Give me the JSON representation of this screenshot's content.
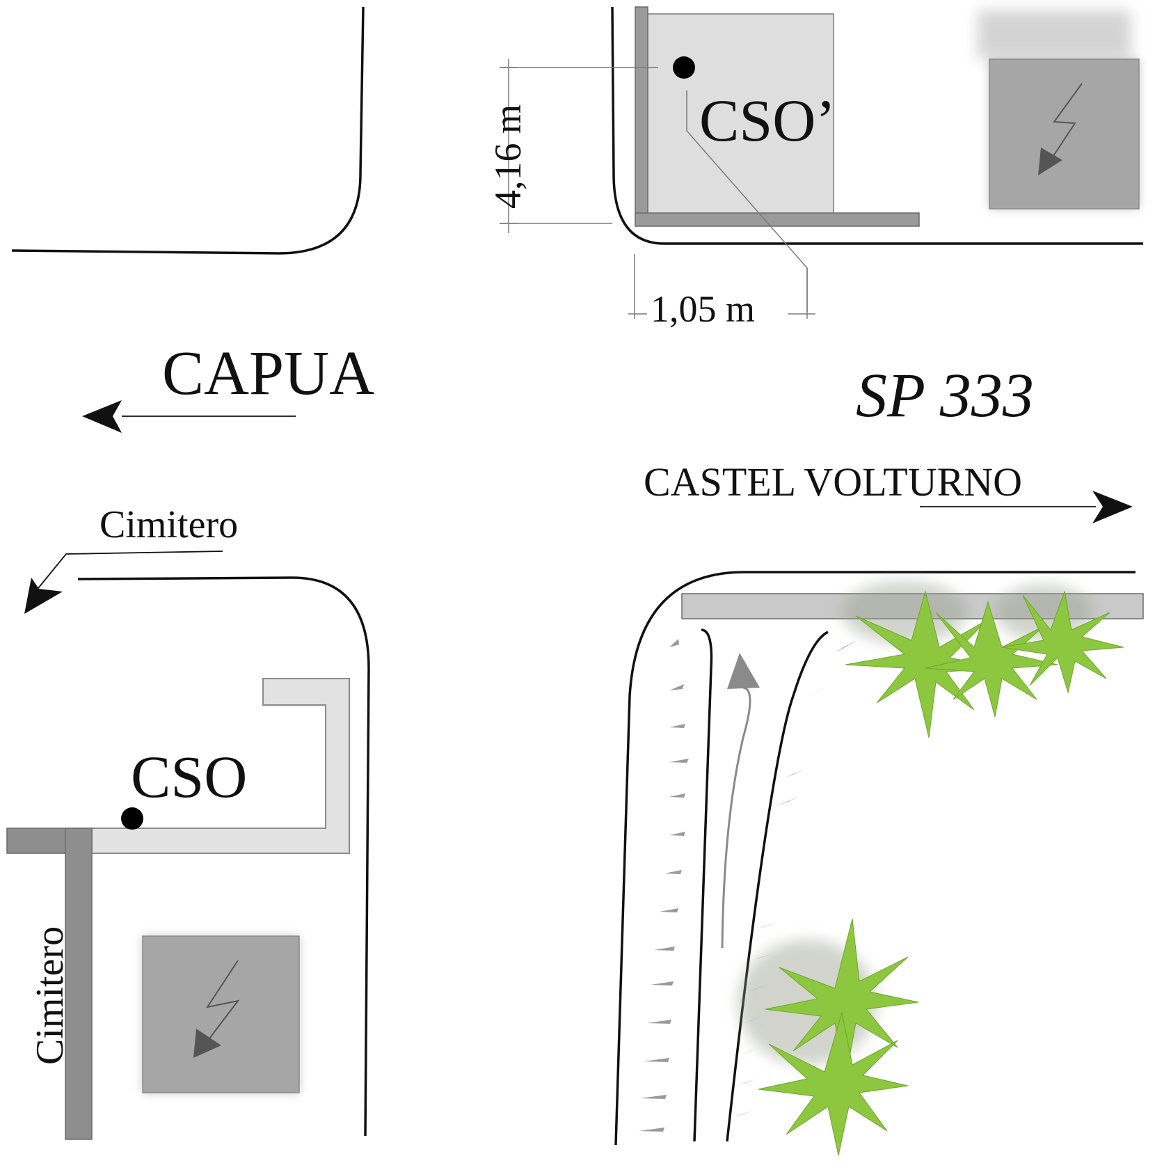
{
  "labels": {
    "cso_prime": "CSO’",
    "cso": "CSO",
    "capua": "CAPUA",
    "sp333": "SP 333",
    "castel_volturno": "CASTEL VOLTURNO",
    "cimitero_top": "Cimitero",
    "cimitero_vertical": "Cimitero"
  },
  "dimensions": {
    "height": "4,16 m",
    "width": "1,05 m"
  },
  "colors": {
    "line": "#111111",
    "light_gray": "#dedede",
    "mid_gray": "#9a9a9a",
    "dark_gray": "#8c8c8c",
    "transformer": "#a6a6a6",
    "vegetation": "#8dc63f",
    "vegetation_dark": "#6aa82a"
  },
  "icons": {
    "transformer": "lightning-bolt-icon",
    "manhole": "filled-circle"
  }
}
